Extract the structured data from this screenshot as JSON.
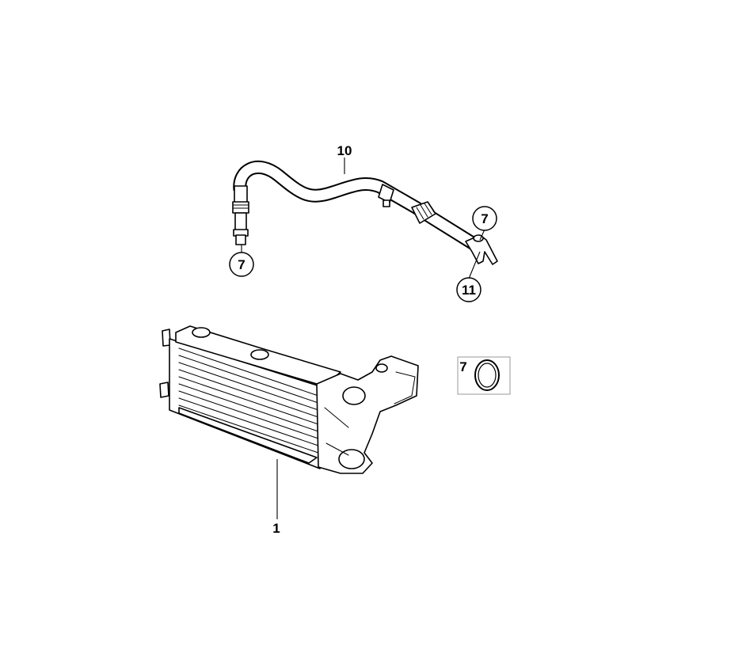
{
  "callouts": {
    "hose_top": "10",
    "hose_left_seal": "7",
    "hose_right_seal": "7",
    "hose_bracket": "11",
    "cooler": "1",
    "seal_box": "7"
  },
  "colors": {
    "ink": "#000000",
    "background": "#ffffff",
    "box_border": "#999999"
  }
}
